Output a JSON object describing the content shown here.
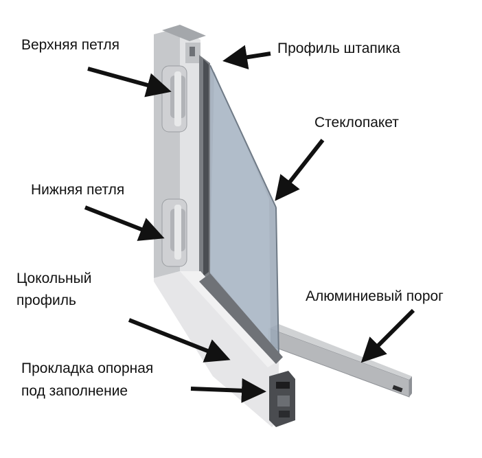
{
  "labels": {
    "top_hinge": "Верхняя петля",
    "glazing_bead_profile": "Профиль штапика",
    "glass_unit": "Стеклопакет",
    "bottom_hinge": "Нижняя петля",
    "base_profile_line1": "Цокольный",
    "base_profile_line2": "профиль",
    "aluminium_threshold": "Алюминиевый порог",
    "support_gasket_line1": "Прокладка опорная",
    "support_gasket_line2": "под заполнение"
  },
  "colors": {
    "arrow": "#111111",
    "frame_light": "#d9dadc",
    "frame_mid": "#b9bbbe",
    "frame_dark": "#8e9196",
    "glass": "#9aa7b6",
    "threshold": "#b6b8bb",
    "seal": "#1c1c1e"
  }
}
